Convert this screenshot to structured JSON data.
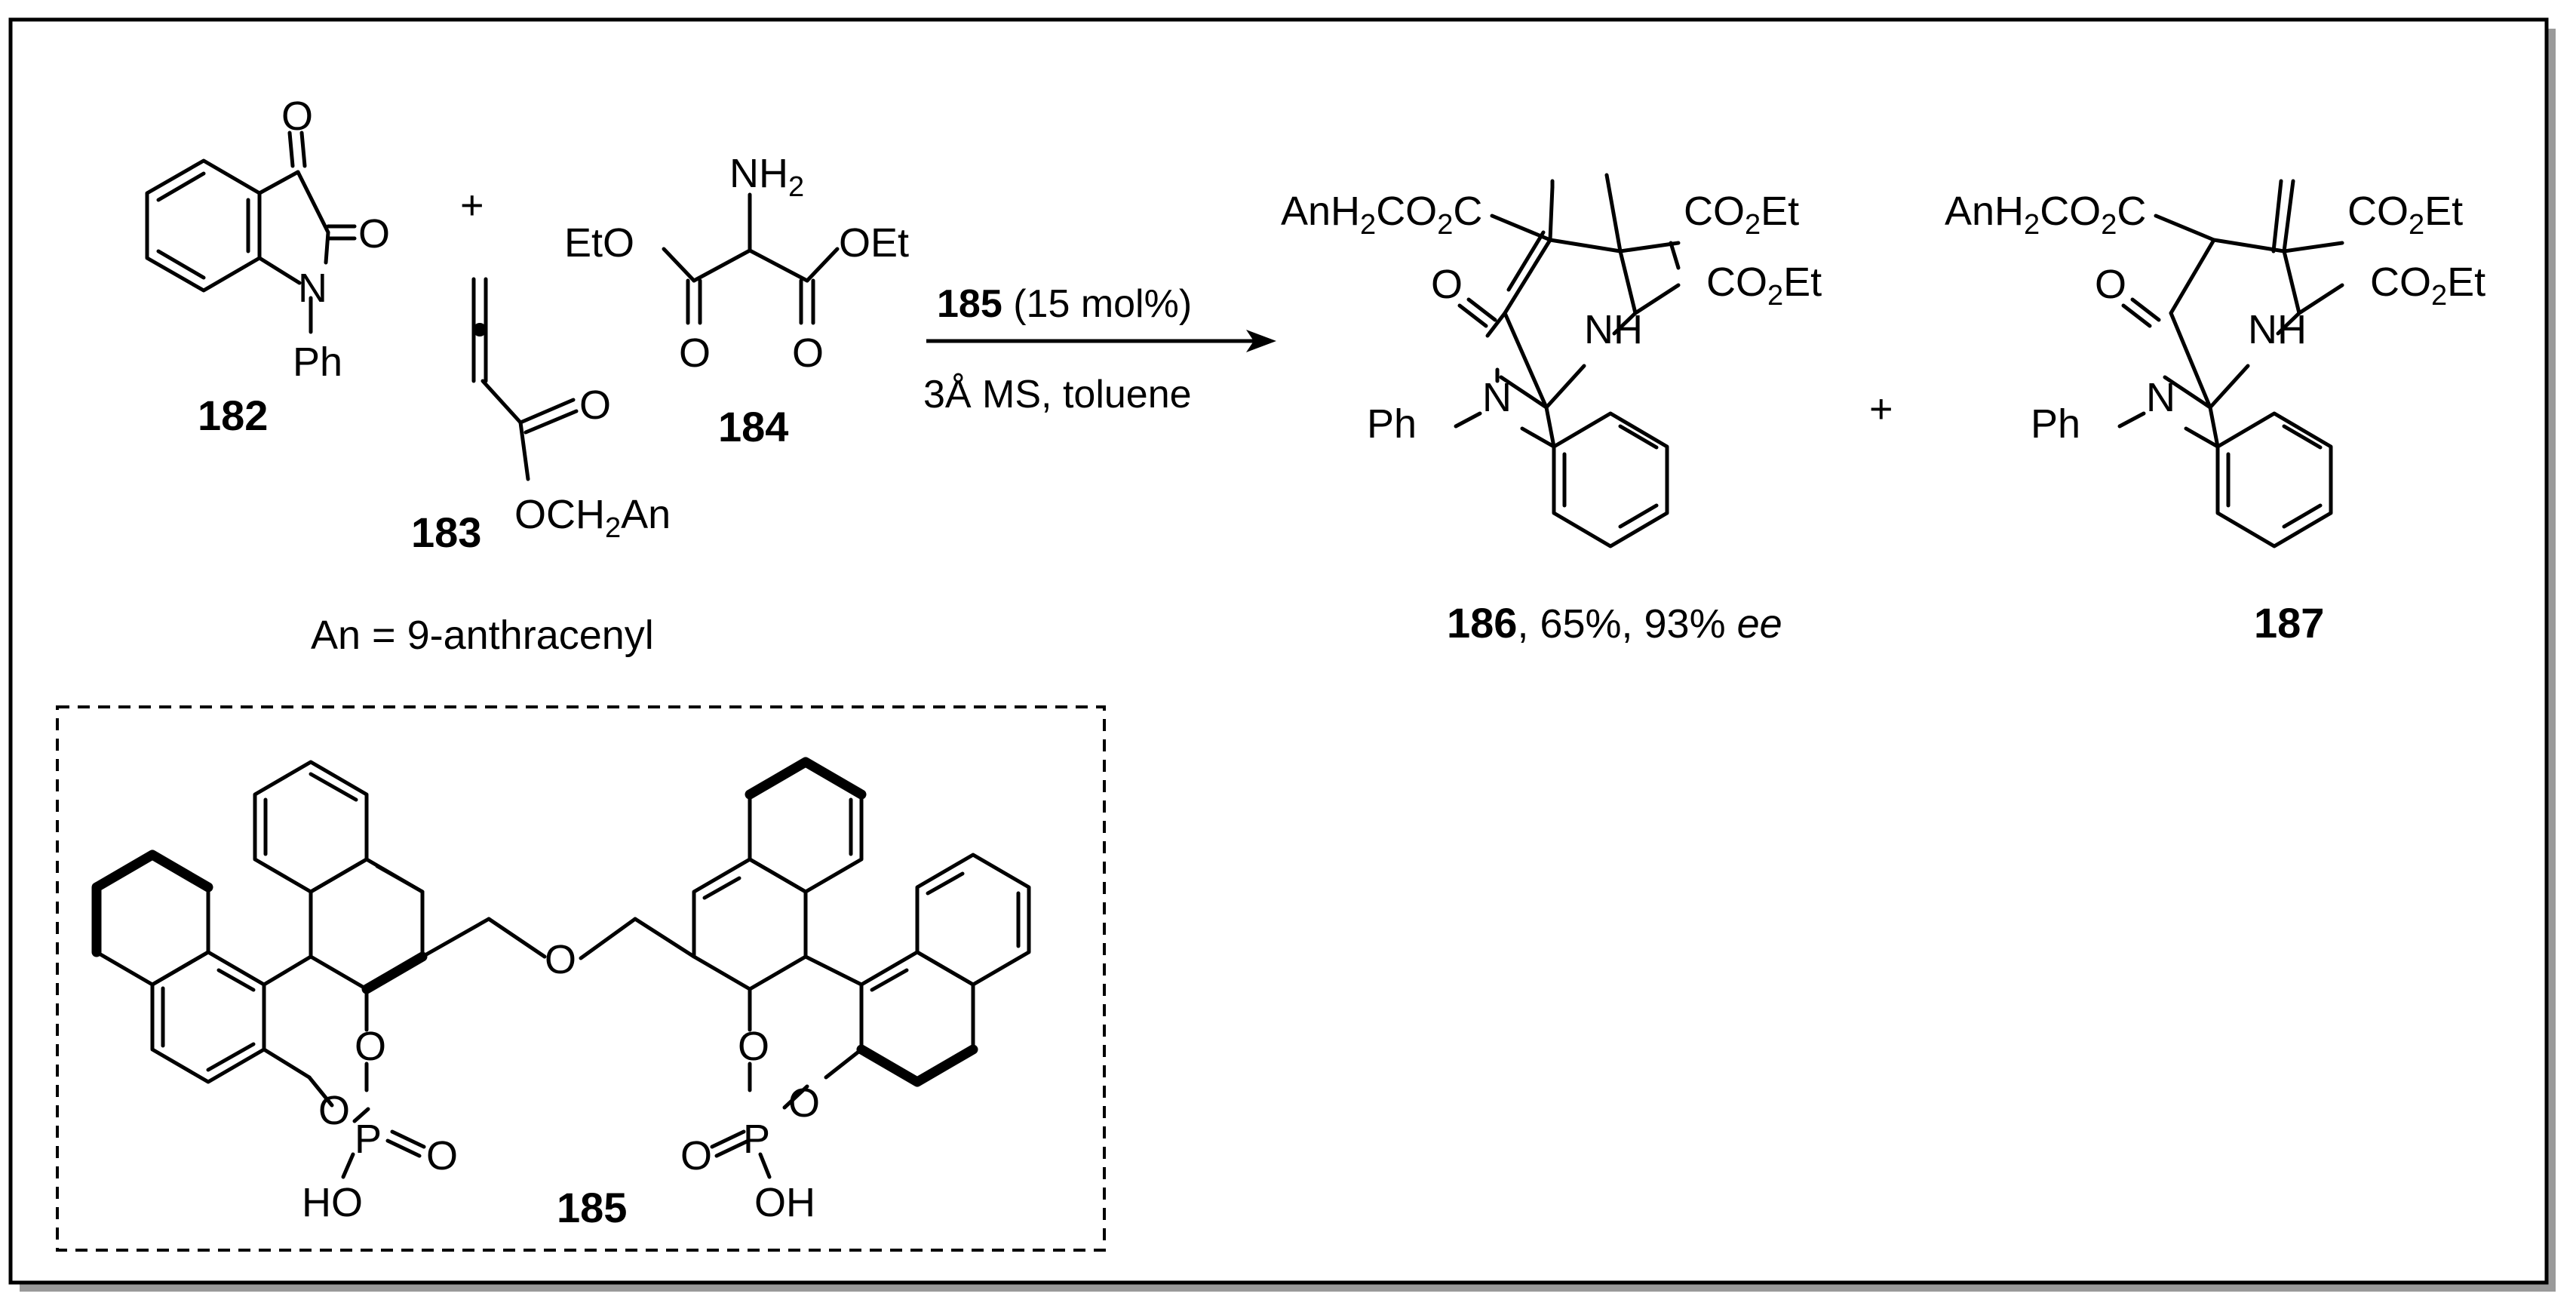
{
  "colors": {
    "ink": "#000000",
    "frame_shadow": "#9a9a9a",
    "background": "#ffffff"
  },
  "atoms": {
    "O": "O",
    "N": "N",
    "Ph": "Ph",
    "NH": "NH",
    "NH2": "NH",
    "sub2": "2",
    "Et": "Et",
    "EtO": "EtO",
    "OEt": "OEt",
    "CO": "CO",
    "C": "C",
    "AnH": "AnH",
    "OCH": "OCH",
    "An": "An",
    "P": "P",
    "HO": "HO",
    "OH": "OH",
    "plus": "+"
  },
  "compounds": {
    "c182": "182",
    "c183": "183",
    "c184": "184",
    "c185": "185",
    "c186": "186",
    "c187": "187"
  },
  "conditions": {
    "catalyst_id": "185",
    "catalyst_loading": " (15 mol%)",
    "line2": "3Å MS, toluene"
  },
  "result_186": {
    "yield": ", 65%, 93% ",
    "ee": "ee"
  },
  "footnote": "An = 9-anthracenyl"
}
